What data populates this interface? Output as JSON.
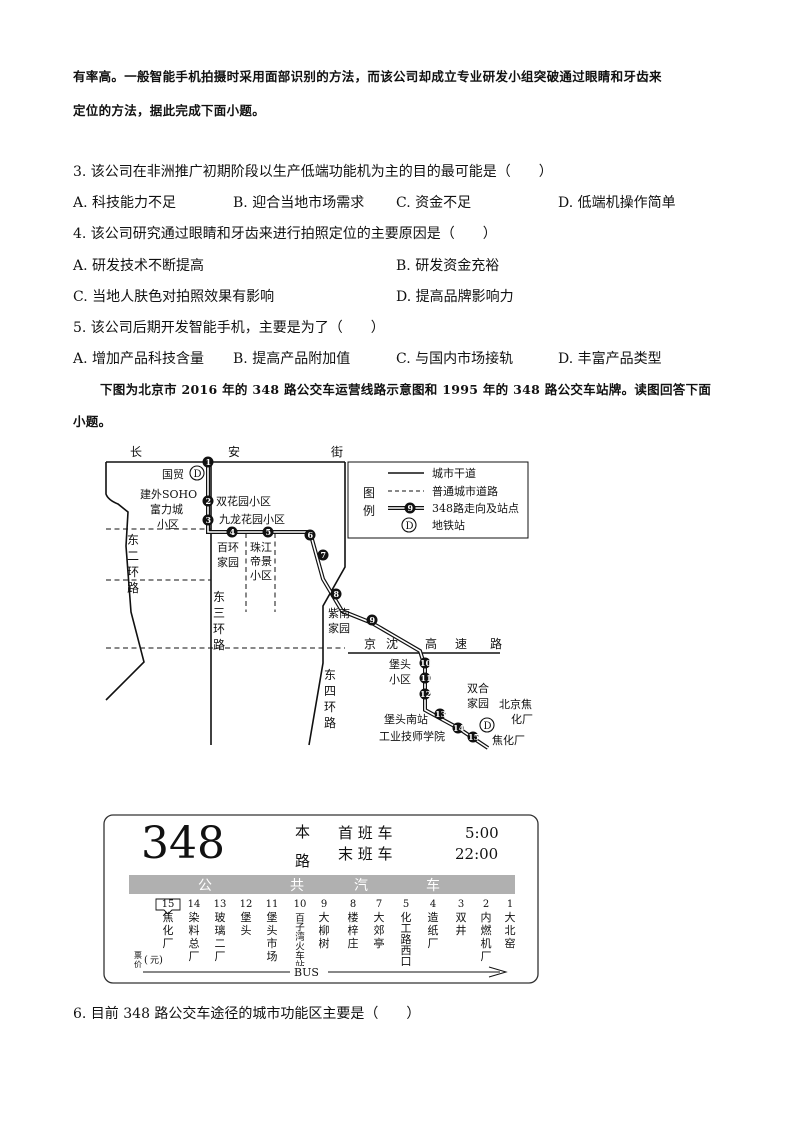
{
  "intro": {
    "line1": "有率高。一般智能手机拍摄时采用面部识别的方法，而该公司却成立专业研发小组突破通过眼睛和牙齿来",
    "line2": "定位的方法，据此完成下面小题。"
  },
  "questions": [
    {
      "stem": "3. 该公司在非洲推广初期阶段以生产低端功能机为主的目的最可能是（　　）",
      "options": [
        "A.  科技能力不足",
        "B.  迎合当地市场需求",
        "C.  资金不足",
        "D.  低端机操作简单"
      ]
    },
    {
      "stem": "4. 该公司研究通过眼睛和牙齿来进行拍照定位的主要原因是（　　）",
      "options": [
        "A.  研发技术不断提高",
        "B.  研发资金充裕",
        "C.  当地人肤色对拍照效果有影响",
        "D.  提高品牌影响力"
      ]
    },
    {
      "stem": "5. 该公司后期开发智能手机，主要是为了（　　）",
      "options": [
        "A.  增加产品科技含量",
        "B.  提高产品附加值",
        "C.  与国内市场接轨",
        "D.  丰富产品类型"
      ]
    }
  ],
  "intro2": {
    "line1": "下图为北京市 2016 年的 348 路公交车运营线路示意图和 1995 年的 348 路公交车站牌。读图回答下面",
    "line2": "小题。"
  },
  "map": {
    "roads": [
      "长",
      "安",
      "街",
      "东",
      "二",
      "环",
      "路",
      "东",
      "三",
      "环",
      "路",
      "东",
      "四",
      "环",
      "路",
      "京",
      "沈",
      "高",
      "速",
      "路"
    ],
    "places": {
      "guomao": "国贸",
      "jianwai_1": "建外SOHO",
      "jianwai_2": "富力城",
      "jianwai_3": "小区",
      "shuanghua": "双花园小区",
      "jiulong": "九龙花园小区",
      "baihuan_1": "百环",
      "baihuan_2": "家园",
      "zhujiang_1": "珠江",
      "zhujiang_2": "帝景",
      "zhujiang_3": "小区",
      "zinan_1": "紫南",
      "zinan_2": "家园",
      "putou_1": "堡头",
      "putou_2": "小区",
      "shuanghe_1": "双合",
      "shuanghe_2": "家园",
      "jiaohua_1": "北京焦",
      "jiaohua_2": "化厂",
      "putounan": "堡头南站",
      "gongye": "工业技师学院",
      "jiaohuachang": "焦化厂"
    },
    "subway_symbol": "D",
    "stop_numbers": [
      "1",
      "2",
      "3",
      "4",
      "5",
      "6",
      "7",
      "8",
      "9",
      "10",
      "11",
      "12",
      "13",
      "14",
      "15"
    ],
    "legend": {
      "title_1": "图",
      "title_2": "例",
      "items": [
        "城市干道",
        "普通城市道路",
        "348路走向及站点",
        "地铁站"
      ],
      "sample_stop": "9"
    }
  },
  "sign": {
    "route": "348",
    "ben": "本",
    "lu": "路",
    "first_label": "首 班 车",
    "first_time": "5:00",
    "last_label": "末 班 车",
    "last_time": "22:00",
    "banner": [
      "公",
      "共",
      "汽",
      "车"
    ],
    "stops": [
      {
        "num": "15",
        "name": [
          "焦",
          "化",
          "厂"
        ]
      },
      {
        "num": "14",
        "name": [
          "染",
          "料",
          "总",
          "厂"
        ]
      },
      {
        "num": "13",
        "name": [
          "玻",
          "璃",
          "二",
          "厂"
        ]
      },
      {
        "num": "12",
        "name": [
          "堡",
          "头"
        ]
      },
      {
        "num": "11",
        "name": [
          "堡",
          "头",
          "市",
          "场"
        ]
      },
      {
        "num": "10",
        "name": [
          "百",
          "子",
          "湾",
          "火",
          "车",
          "站"
        ]
      },
      {
        "num": "9",
        "name": [
          "大",
          "柳",
          "树"
        ]
      },
      {
        "num": "8",
        "name": [
          "楼",
          "梓",
          "庄"
        ]
      },
      {
        "num": "7",
        "name": [
          "大",
          "郊",
          "亭"
        ]
      },
      {
        "num": "5",
        "name": [
          "化",
          "工",
          "路",
          "西",
          "口"
        ]
      },
      {
        "num": "4",
        "name": [
          "造",
          "纸",
          "厂"
        ]
      },
      {
        "num": "3",
        "name": [
          "双",
          "井"
        ]
      },
      {
        "num": "2",
        "name": [
          "内",
          "燃",
          "机",
          "厂"
        ]
      },
      {
        "num": "1",
        "name": [
          "大",
          "北",
          "窑"
        ]
      }
    ],
    "fare_label_1": "票",
    "fare_label_2": "价",
    "fare_unit": "元",
    "bus": "BUS"
  },
  "q6": {
    "stem": "6. 目前 348 路公交车途径的城市功能区主要是（　　）"
  }
}
